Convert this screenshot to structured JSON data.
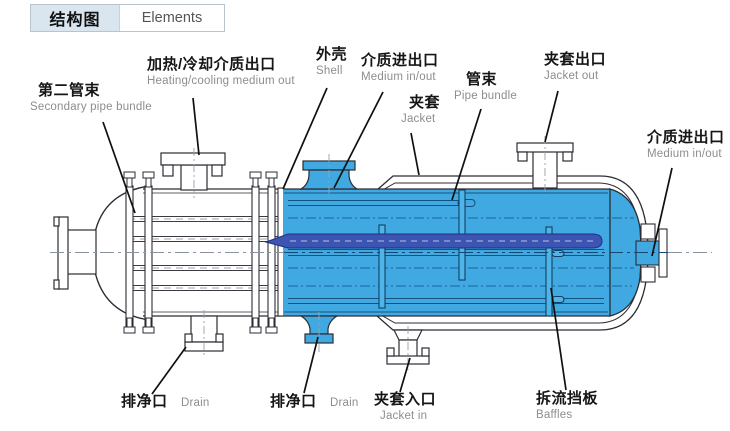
{
  "header": {
    "tab_zh": "结构图",
    "tab_en": "Elements"
  },
  "labels": {
    "secondary_pipe_bundle": {
      "zh": "第二管束",
      "en": "Secondary pipe bundle"
    },
    "heating_cooling_out": {
      "zh": "加热/冷却介质出口",
      "en": "Heating/cooling medium out"
    },
    "shell": {
      "zh": "外壳",
      "en": "Shell"
    },
    "medium_in_out_top": {
      "zh": "介质进出口",
      "en": "Medium in/out"
    },
    "jacket": {
      "zh": "夹套",
      "en": "Jacket"
    },
    "pipe_bundle": {
      "zh": "管束",
      "en": "Pipe bundle"
    },
    "jacket_out": {
      "zh": "夹套出口",
      "en": "Jacket out"
    },
    "medium_in_out_right": {
      "zh": "介质进出口",
      "en": "Medium in/out"
    },
    "drain_left": {
      "zh": "排净口",
      "en": "Drain"
    },
    "drain_mid": {
      "zh": "排净口",
      "en": "Drain"
    },
    "jacket_in": {
      "zh": "夹套入口",
      "en": "Jacket in"
    },
    "baffles": {
      "zh": "拆流挡板",
      "en": "Baffles"
    }
  },
  "colors": {
    "vessel_fill": "#40a9e2",
    "inner_pipe_fill": "#3d55b2",
    "drawing_line": "#2c2c34",
    "header_tab_bg": "#d9e6f0",
    "centerline_blue": "#14486f",
    "centerline_gray": "#8a939e"
  }
}
